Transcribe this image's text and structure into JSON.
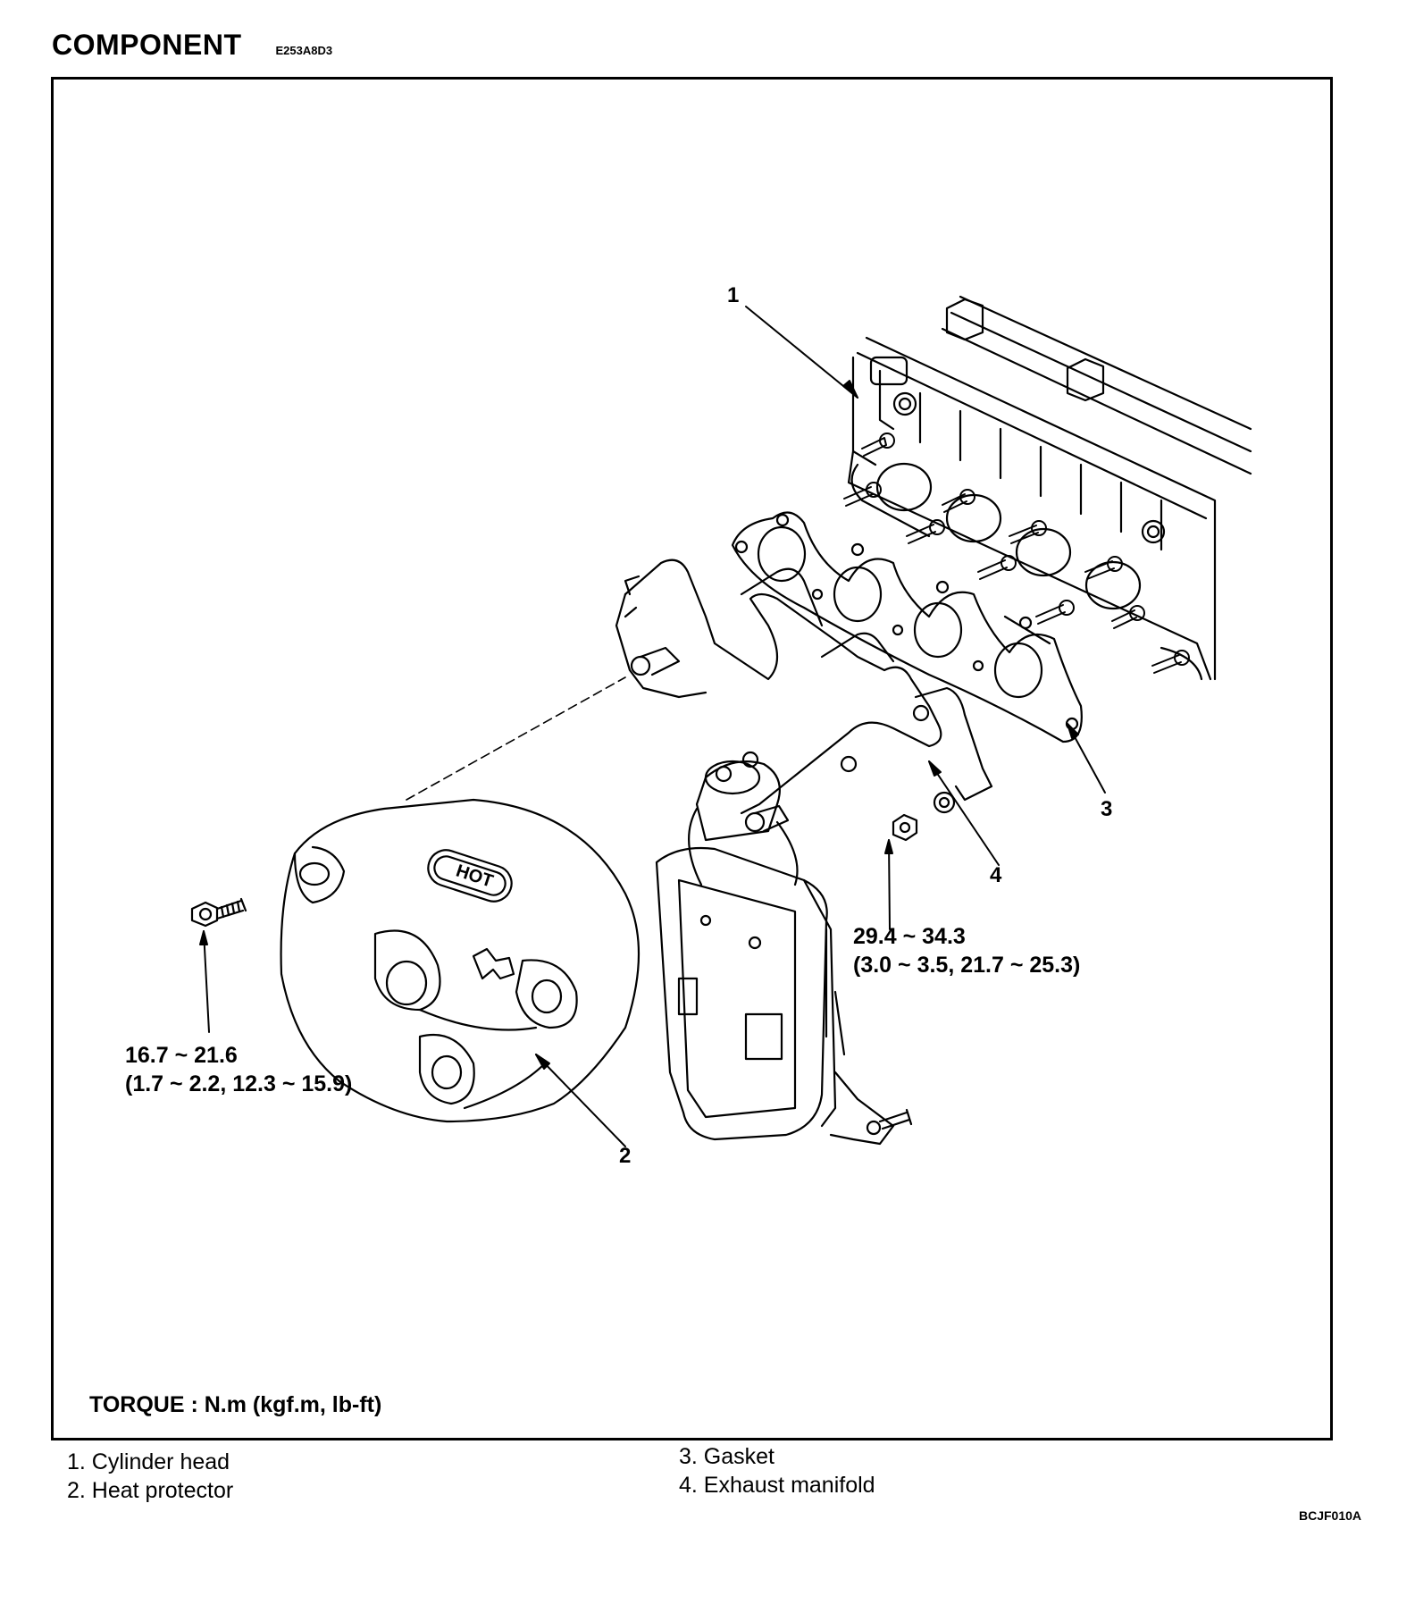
{
  "header": {
    "title": "COMPONENT",
    "code": "E253A8D3"
  },
  "callouts": [
    "1",
    "2",
    "3",
    "4"
  ],
  "torque_specs": {
    "bolt": {
      "primary": "16.7 ~ 21.6",
      "secondary": "(1.7 ~ 2.2, 12.3 ~ 15.9)"
    },
    "nut": {
      "primary": "29.4 ~ 34.3",
      "secondary": "(3.0 ~ 3.5, 21.7 ~ 25.3)"
    }
  },
  "torque_note": "TORQUE : N.m (kgf.m, lb-ft)",
  "heat_protector_label": "HOT",
  "legend": {
    "left": [
      "1.  Cylinder head",
      "2.  Heat protector"
    ],
    "right": [
      "3.  Gasket",
      "4.  Exhaust manifold"
    ]
  },
  "figure_id": "BCJF010A"
}
